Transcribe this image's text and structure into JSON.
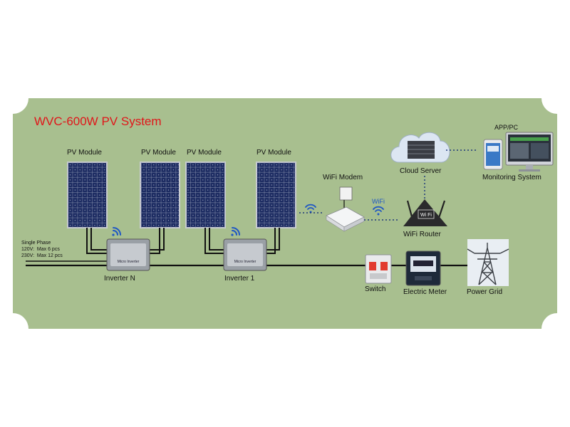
{
  "title": "WVC-600W PV System",
  "panels": [
    {
      "label": "PV Module"
    },
    {
      "label": "PV Module"
    },
    {
      "label": "PV Module"
    },
    {
      "label": "PV Module"
    }
  ],
  "single_phase": {
    "heading": "Single Phase",
    "line_120": "120V:  Max 6 pcs",
    "line_230": "230V:  Max 12 pcs"
  },
  "inverters": [
    {
      "label": "Inverter N",
      "device_text": "Micro Inverter"
    },
    {
      "label": "Inverter 1",
      "device_text": "Micro Inverter"
    }
  ],
  "wifi_modem": {
    "label": "WiFi Modem"
  },
  "wifi_link": {
    "label": "WiFi"
  },
  "cloud_server": {
    "label": "Cloud Server"
  },
  "app_pc": {
    "label": "APP/PC"
  },
  "monitoring": {
    "label": "Monitoring System"
  },
  "router": {
    "label": "WiFi Router",
    "badge": "Wi Fi"
  },
  "switch": {
    "label": "Switch"
  },
  "meter": {
    "label": "Electric Meter"
  },
  "grid": {
    "label": "Power Grid"
  },
  "colors": {
    "background": "#a8bf8f",
    "title": "#e0161a",
    "panel_cell": "#1d2c62",
    "wifi_icon": "#1f57c4"
  }
}
